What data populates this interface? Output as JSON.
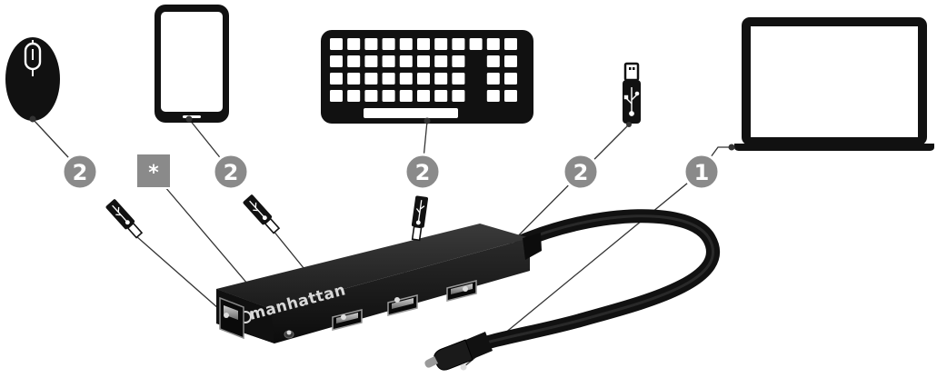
{
  "badges": {
    "mouse": "2",
    "tablet": "2",
    "keyboard": "2",
    "flash_drive": "2",
    "laptop": "1",
    "power_port": "*"
  },
  "hub": {
    "brand": "manhattan"
  },
  "colors": {
    "badge_fill": "#8a8a8a",
    "badge_stroke": "#ffffff",
    "device": "#111111",
    "hub_body": "#1f1f1f",
    "cable": "#141414",
    "port": "#9a9a9a"
  }
}
